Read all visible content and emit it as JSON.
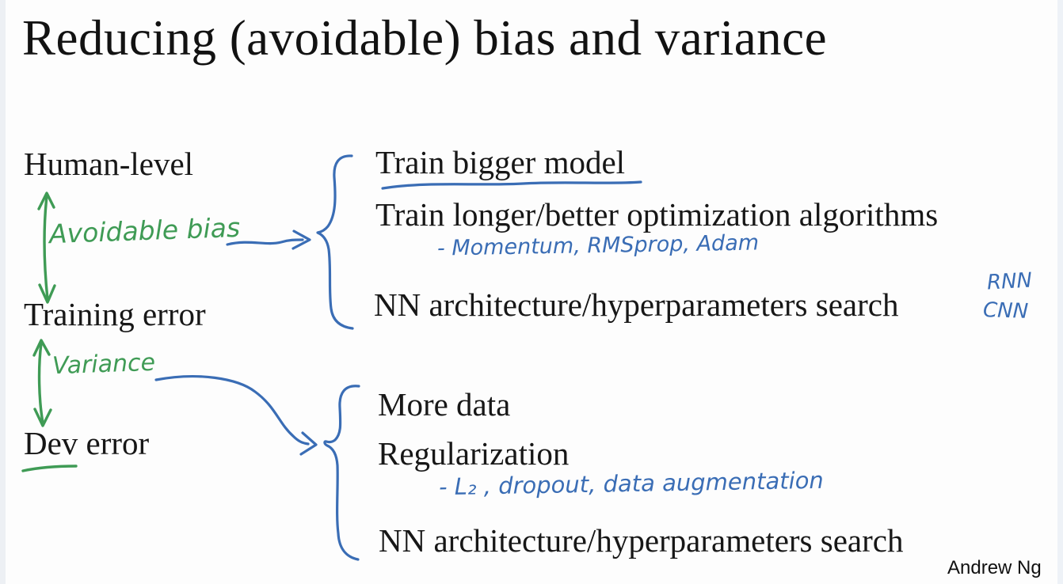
{
  "slide": {
    "title": "Reducing (avoidable) bias and variance",
    "attribution": "Andrew Ng"
  },
  "error_ladder": {
    "levels": {
      "human": "Human-level",
      "training": "Training error",
      "dev": "Dev error"
    },
    "gaps": {
      "bias": "Avoidable bias",
      "variance": "Variance"
    }
  },
  "bias_remedies": {
    "items": [
      {
        "text": "Train bigger model"
      },
      {
        "text": "Train longer/better optimization algorithms",
        "note": "- Momentum, RMSprop, Adam"
      },
      {
        "text": "NN architecture/hyperparameters search"
      }
    ],
    "side_notes": [
      "RNN",
      "CNN"
    ]
  },
  "variance_remedies": {
    "items": [
      {
        "text": "More data"
      },
      {
        "text": "Regularization",
        "note": "- L₂ , dropout, data augmentation"
      },
      {
        "text": "NN architecture/hyperparameters search"
      }
    ]
  },
  "colors": {
    "ink": "#161616",
    "handwriting_green": "#3f9b55",
    "handwriting_blue": "#3a6db5",
    "background": "#fdfdfd"
  }
}
